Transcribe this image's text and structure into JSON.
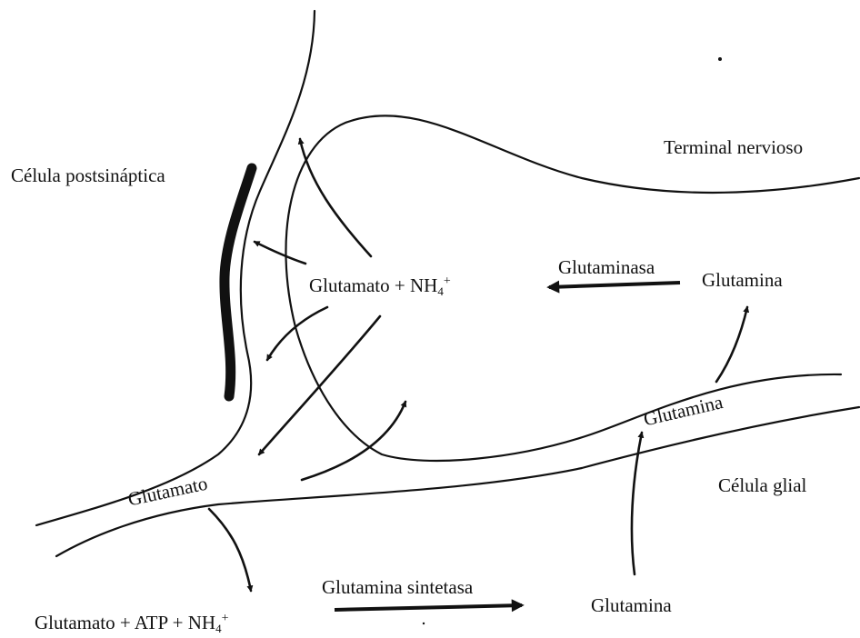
{
  "colors": {
    "ink": "#111111",
    "background": "#ffffff"
  },
  "labels": {
    "postsynaptic_cell": "Célula postsináptica",
    "nerve_terminal": "Terminal nervioso",
    "glial_cell": "Célula glial",
    "glutaminase": "Glutaminasa",
    "glutamine_terminal": "Glutamina",
    "glutamine_cleft": "Glutamina",
    "glutamine_glial": "Glutamina",
    "glutamate_cleft": "Glutamato",
    "glutamine_synthetase": "Glutamina sintetasa"
  },
  "equation_terminal": {
    "glutamate": "Glutamato",
    "plus": "+",
    "nh": "NH",
    "sub": "4",
    "sup": "+"
  },
  "equation_glial": {
    "glutamate": "Glutamato",
    "plus1": "+",
    "atp": "ATP",
    "plus2": "+",
    "nh": "NH",
    "sub": "4",
    "sup": "+"
  }
}
